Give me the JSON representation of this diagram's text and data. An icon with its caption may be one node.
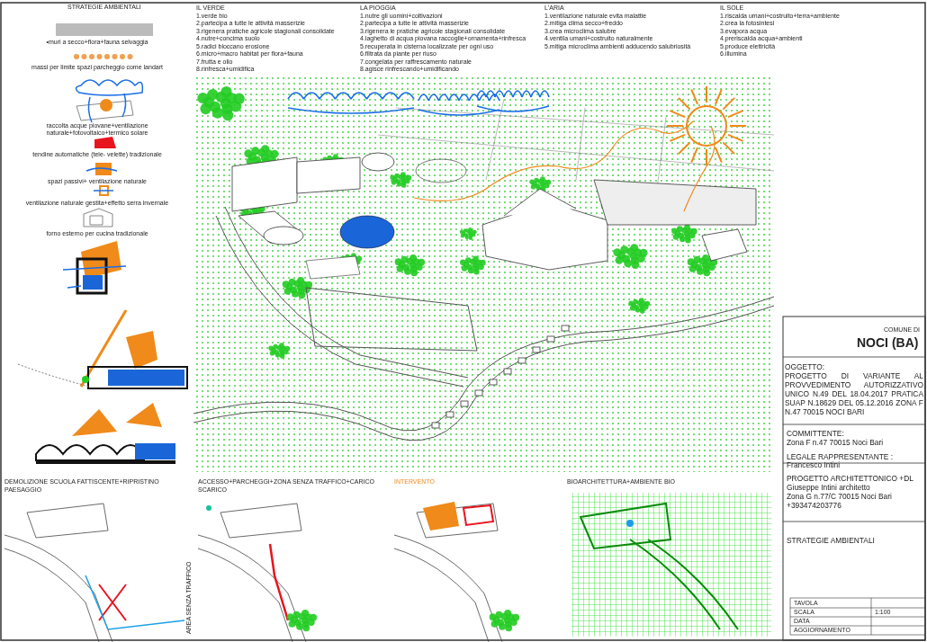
{
  "diagram": {
    "title": "STRATEGIE AMBIENTALI",
    "labels": [
      "IL VERDE",
      "1.verde bio",
      "2.partecipa a tutte le attività masserizie",
      "3.rigenera pratiche agricole stagionali consolidate",
      "4.nutre+concima suolo",
      "5.radici bloccano erosione",
      "6.micro+macro habitat per flora+fauna",
      "7.frutta e olio",
      "8.rinfresca+umidifica",
      "LA PIOGGIA",
      "1.nutre gli uomini+coltivazioni",
      "2.partecipa a tutte le attività masserizie",
      "3.rigenera le pratiche agricole stagionali consolidate",
      "4.laghetto di acqua piovana raccoglie+ornamenta+rinfresca",
      "5.recuperata in cisterna localizzate per ogni uso",
      "6.filtrata da piante per riuso",
      "7.congelata per raffrescamento naturale",
      "8.agisce rinfrescando+umidificando",
      "L'ARIA",
      "1.ventilazione naturale evita malattie",
      "2.mitiga clima secco+freddo",
      "3.crea microclima salubre",
      "4.ventila umani+costruito naturalmente",
      "5.mitiga microclima ambienti adducendo salubriosità",
      "IL SOLE",
      "1.riscalda umani+costruito+terra+ambiente",
      "2.crea la fotosintesi",
      "3.evapora acqua",
      "4.preriscalda acqua+ambienti",
      "5.produce elettricità",
      "6.illumina",
      "•muri a secco+flora+fauna selvaggia",
      "massi per limite spazi parcheggio come landart",
      "raccolta acque piovane+ventilazione naturale+fotovoltaico+termico solare",
      "tendine automatiche (tele- velette) tradizionale",
      "spazi passivi+ ventilazione naturale",
      "ventilazione naturale gestita+effetto serra invernale",
      "forno esterno per cucina tradizionale",
      "DEMOLIZIONE SCUOLA FATTISCENTE+RIPRISTINO PAESAGGIO",
      "ACCESSO+PARCHEGGI+ZONA SENZA TRAFFICO+CARICO SCARICO",
      "INTERVENTO",
      "BIOARCHITETTURA+AMBIENTE BIO",
      "AREA SENZA TRAFFICO",
      "COMUNE DI",
      "NOCI (BA)",
      "OGGETTO:",
      "PROGETTO DI VARIANTE AL PROVVEDIMENTO AUTORIZZATIVO UNICO N.49 DEL 18.04.2017 PRATICA SUAP N.18629 DEL 05.12.2016 ZONA F N.47 70015 NOCI BARI",
      "COMMITTENTE:",
      "Zona F n.47 70015 Noci Bari",
      "LEGALE RAPPRESENTANTE :",
      "Francesco Intini",
      "PROGETTO ARCHITETTONICO +DL",
      "Giuseppe Intini architetto",
      "Zona G n.77/C 70015 Noci Bari",
      "+393474203776",
      "STRATEGIE AMBIENTALI",
      "TAVOLA",
      "SCALA",
      "1:100",
      "DATA",
      "AGGIORNAMENTO"
    ]
  }
}
